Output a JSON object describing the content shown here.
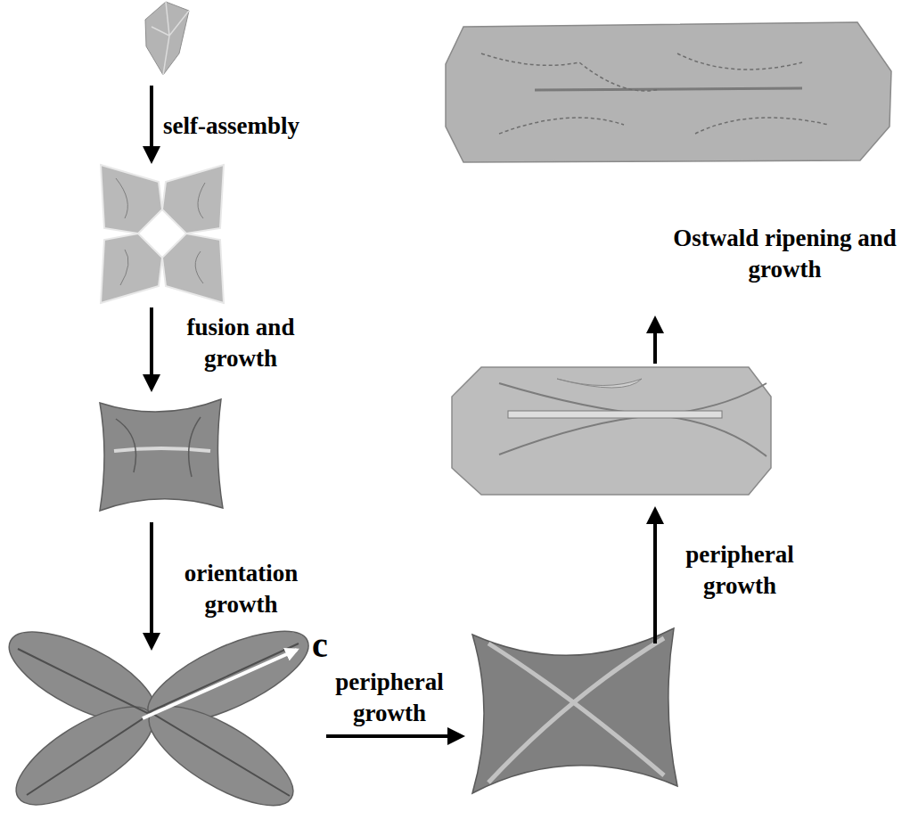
{
  "diagram": {
    "labels": [
      "self-assembly",
      "fusion and growth",
      "orientation growth",
      "c",
      "peripheral growth",
      "peripheral growth",
      "Ostwald ripening and growth"
    ]
  }
}
